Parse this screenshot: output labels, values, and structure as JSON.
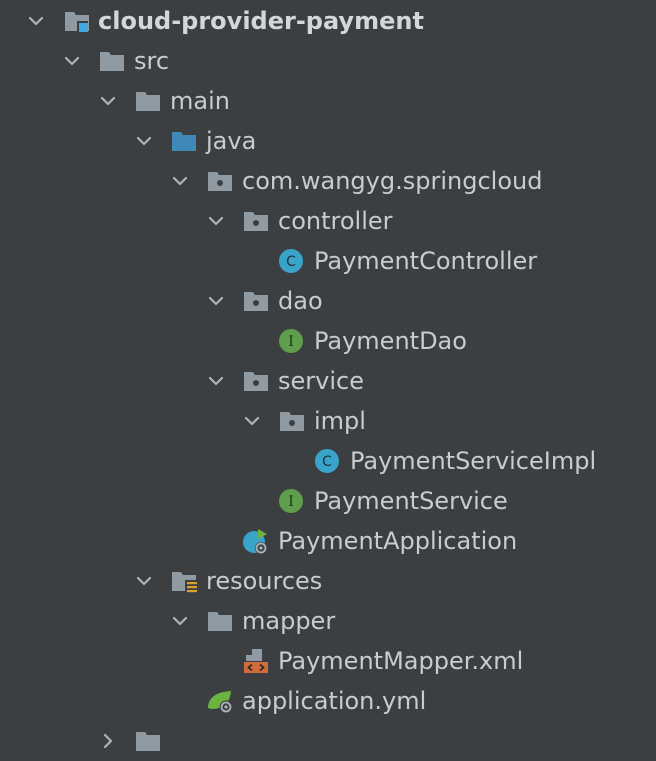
{
  "tree": {
    "root": {
      "label": "cloud-provider-payment",
      "icon": "module-folder-icon"
    },
    "src": {
      "label": "src",
      "icon": "folder-icon"
    },
    "main": {
      "label": "main",
      "icon": "folder-icon"
    },
    "java": {
      "label": "java",
      "icon": "source-root-folder-icon"
    },
    "package": {
      "label": "com.wangyg.springcloud",
      "icon": "package-icon"
    },
    "controller": {
      "label": "controller",
      "icon": "package-icon"
    },
    "payment_controller": {
      "label": "PaymentController",
      "icon": "class-icon"
    },
    "dao": {
      "label": "dao",
      "icon": "package-icon"
    },
    "payment_dao": {
      "label": "PaymentDao",
      "icon": "interface-icon"
    },
    "service": {
      "label": "service",
      "icon": "package-icon"
    },
    "impl": {
      "label": "impl",
      "icon": "package-icon"
    },
    "payment_service_impl": {
      "label": "PaymentServiceImpl",
      "icon": "class-icon"
    },
    "payment_service": {
      "label": "PaymentService",
      "icon": "interface-icon"
    },
    "payment_application": {
      "label": "PaymentApplication",
      "icon": "spring-boot-run-class-icon"
    },
    "resources": {
      "label": "resources",
      "icon": "resources-folder-icon"
    },
    "mapper": {
      "label": "mapper",
      "icon": "folder-icon"
    },
    "payment_mapper_xml": {
      "label": "PaymentMapper.xml",
      "icon": "xml-file-icon"
    },
    "application_yml": {
      "label": "application.yml",
      "icon": "spring-yml-file-icon"
    }
  },
  "colors": {
    "background": "#3c3f41",
    "text": "#c9ccce",
    "folder_gray": "#8f9aa3",
    "source_blue": "#3f88b8",
    "class_teal": "#3aa3c9",
    "interface_green": "#5e9e4c",
    "xml_orange": "#d26b3b",
    "spring_green": "#6db33f",
    "resources_gold": "#d8a32b"
  }
}
